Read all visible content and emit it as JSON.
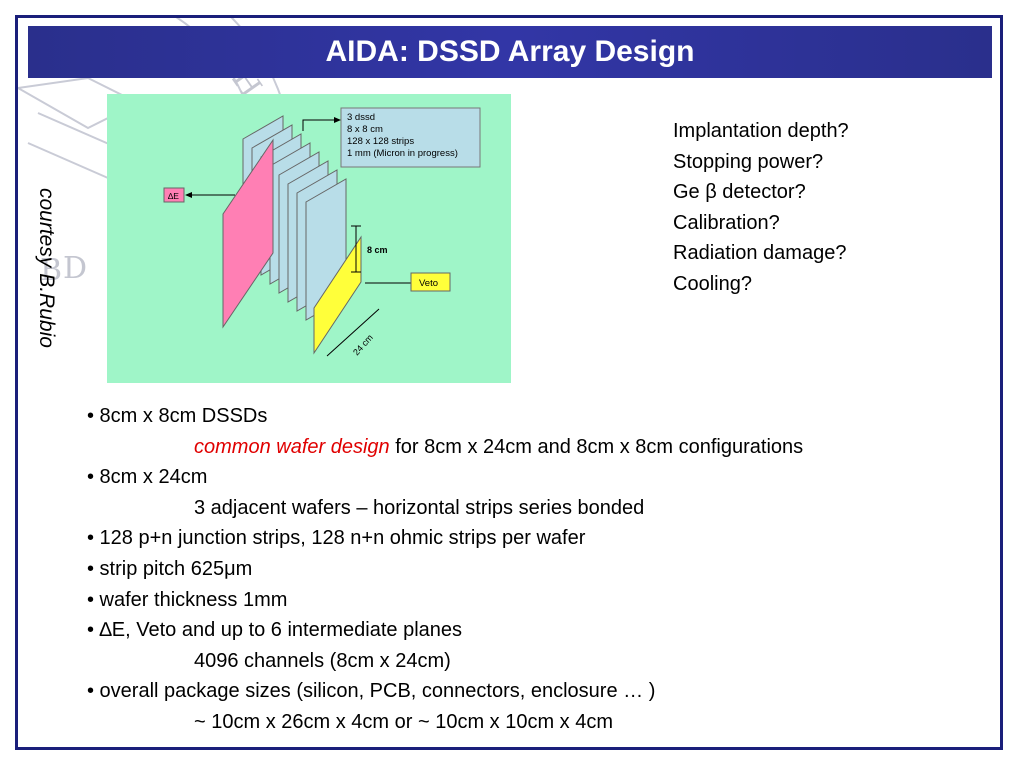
{
  "title": "AIDA: DSSD Array Design",
  "seal": {
    "letters": [
      "H",
      "U",
      "E",
      "B",
      "D"
    ]
  },
  "courtesy": "courtesy B.Rubio",
  "figure": {
    "info_box": [
      "3 dssd",
      "8 x 8 cm",
      "128 x 128 strips",
      "1 mm (Micron in progress)"
    ],
    "delta_e_label": "∆E",
    "dim_8cm": "8 cm",
    "veto_label": "Veto",
    "dim_24cm": "24 cm",
    "colors": {
      "background": "#9ff5c8",
      "front_plane": "#ff7fb4",
      "back_plane": "#ffff3a",
      "inner_planes": "#b8dde8",
      "info_box": "#b8dde8"
    }
  },
  "questions": [
    "Implantation depth?",
    "Stopping power?",
    "Ge β detector?",
    "Calibration?",
    "Radiation damage?",
    "Cooling?"
  ],
  "bullets": {
    "b1": "• 8cm x 8cm DSSDs",
    "b1_sub_red": "common wafer design",
    "b1_sub_rest": " for 8cm x 24cm and 8cm x 8cm configurations",
    "b2": "• 8cm x 24cm",
    "b2_sub": "3 adjacent wafers – horizontal strips series bonded",
    "b3": "• 128 p+n junction strips, 128 n+n ohmic strips per wafer",
    "b4": "• strip pitch 625μm",
    "b5": "• wafer thickness 1mm",
    "b6": "• ∆E, Veto and up to 6 intermediate planes",
    "b6_sub": "4096 channels (8cm x 24cm)",
    "b7": "• overall package sizes (silicon, PCB, connectors, enclosure … )",
    "b7_sub": "~ 10cm x 26cm x 4cm or ~ 10cm x 10cm x 4cm"
  }
}
